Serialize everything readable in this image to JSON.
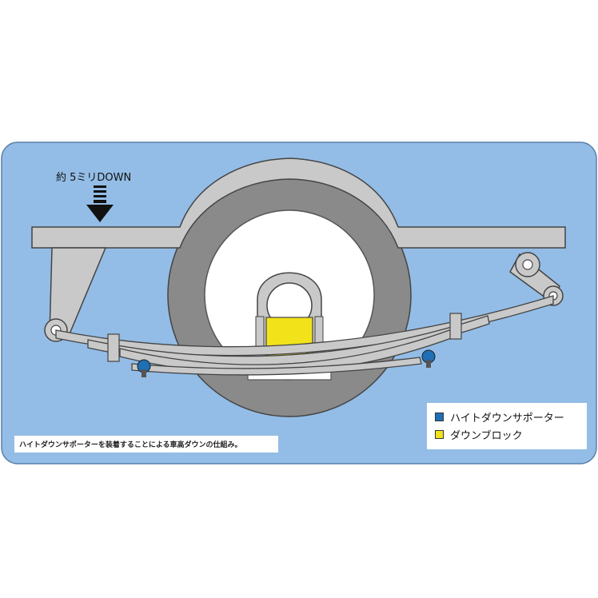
{
  "annotation": {
    "down_label": "約 5ミリDOWN",
    "caption": "ハイトダウンサポーターを装着することによる車高ダウンの仕組み。"
  },
  "legend": {
    "items": [
      {
        "label": "ハイトダウンサポーター",
        "color": "#1e6fb5"
      },
      {
        "label": "ダウンブロック",
        "color": "#f2e21a"
      }
    ]
  },
  "colors": {
    "background": "#93bde6",
    "frame": "#c9c9c9",
    "tire": "#8a8a8a",
    "wheel": "#ffffff",
    "block": "#f2e21a",
    "supporter": "#1e6fb5"
  }
}
